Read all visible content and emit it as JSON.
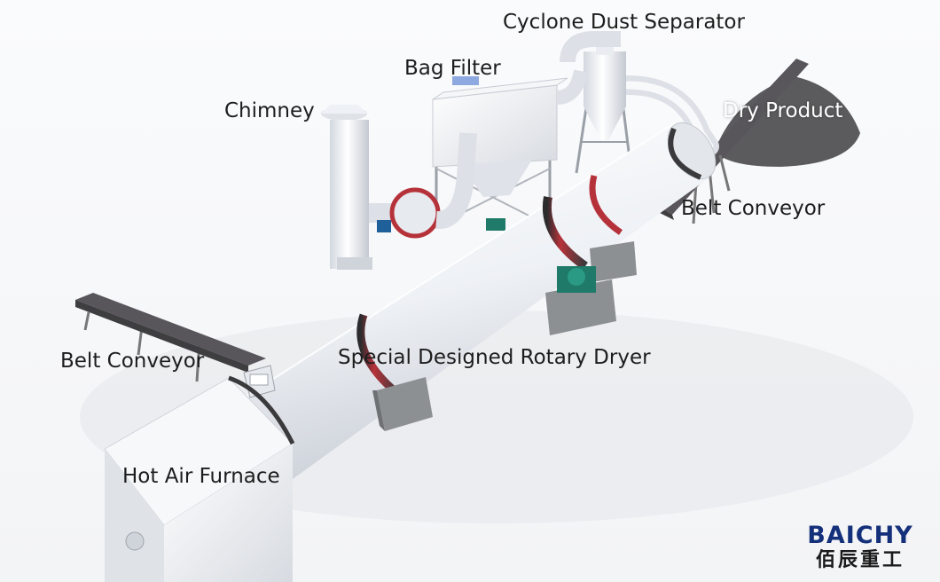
{
  "labels": {
    "cyclone": "Cyclone Dust Separator",
    "bag_filter": "Bag Filter",
    "chimney": "Chimney",
    "dry_product": "Dry Product",
    "belt_conveyor_right": "Belt Conveyor",
    "belt_conveyor_left": "Belt Conveyor",
    "rotary_dryer": "Special Designed Rotary Dryer",
    "furnace": "Hot Air Furnace"
  },
  "logo": {
    "en": "BAICHY",
    "cn": "佰辰重工"
  },
  "colors": {
    "equipment": "#eef1f5",
    "equipment_shade": "#c9ced6",
    "ring": "#b6323a",
    "conveyor": "#58565a",
    "foundation": "#8d9093",
    "product_pile": "#5b5b5d",
    "motor": "#1f7a6a",
    "logo_blue": "#14307a"
  }
}
